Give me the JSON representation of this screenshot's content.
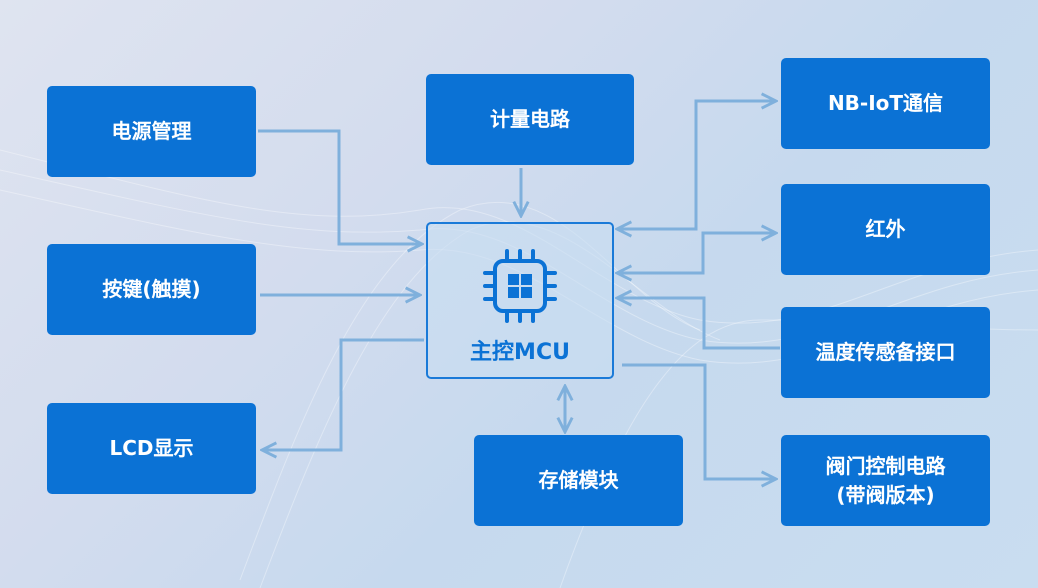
{
  "nodes": {
    "power": "电源管理",
    "keys": "按键(触摸)",
    "lcd": "LCD显示",
    "metering": "计量电路",
    "mcu": "主控MCU",
    "storage": "存储模块",
    "nbiot": "NB-IoT通信",
    "infrared": "红外",
    "temp": "温度传感备接口",
    "valve_line1": "阀门控制电路",
    "valve_line2": "(带阀版本)"
  },
  "colors": {
    "box": "#0b72d5",
    "line": "#7fb0dc"
  }
}
